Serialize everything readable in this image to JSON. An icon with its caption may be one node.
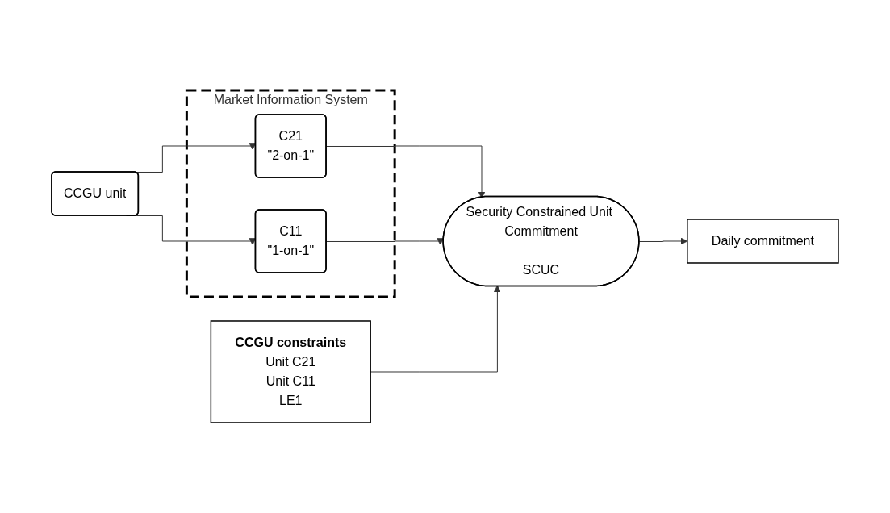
{
  "diagram": {
    "nodes": [
      {
        "text": [
          "CCGU unit"
        ]
      },
      {
        "text": [
          "Market Information System"
        ]
      },
      {
        "text": [
          "C21",
          "\"2-on-1\""
        ],
        "in": 1
      },
      {
        "text": [
          "C11",
          "\"1-on-1\""
        ],
        "in": 1
      },
      {
        "text": [
          "CCGU constraints",
          "Unit C21",
          "Unit C11",
          "LE1"
        ]
      },
      {
        "text": [
          "Security Constrained Unit Commitment",
          "SCUC"
        ]
      },
      {
        "text": [
          "Daily commitment"
        ]
      }
    ],
    "edges": [
      {
        "from": 0,
        "to": 2,
        "arrow": "to"
      },
      {
        "from": 0,
        "to": 3,
        "arrow": "to"
      },
      {
        "from": 2,
        "to": 5,
        "arrow": "to"
      },
      {
        "from": 3,
        "to": 5,
        "arrow": "to"
      },
      {
        "from": 4,
        "to": 5,
        "arrow": "to"
      },
      {
        "from": 5,
        "to": 6,
        "arrow": "to"
      }
    ]
  }
}
